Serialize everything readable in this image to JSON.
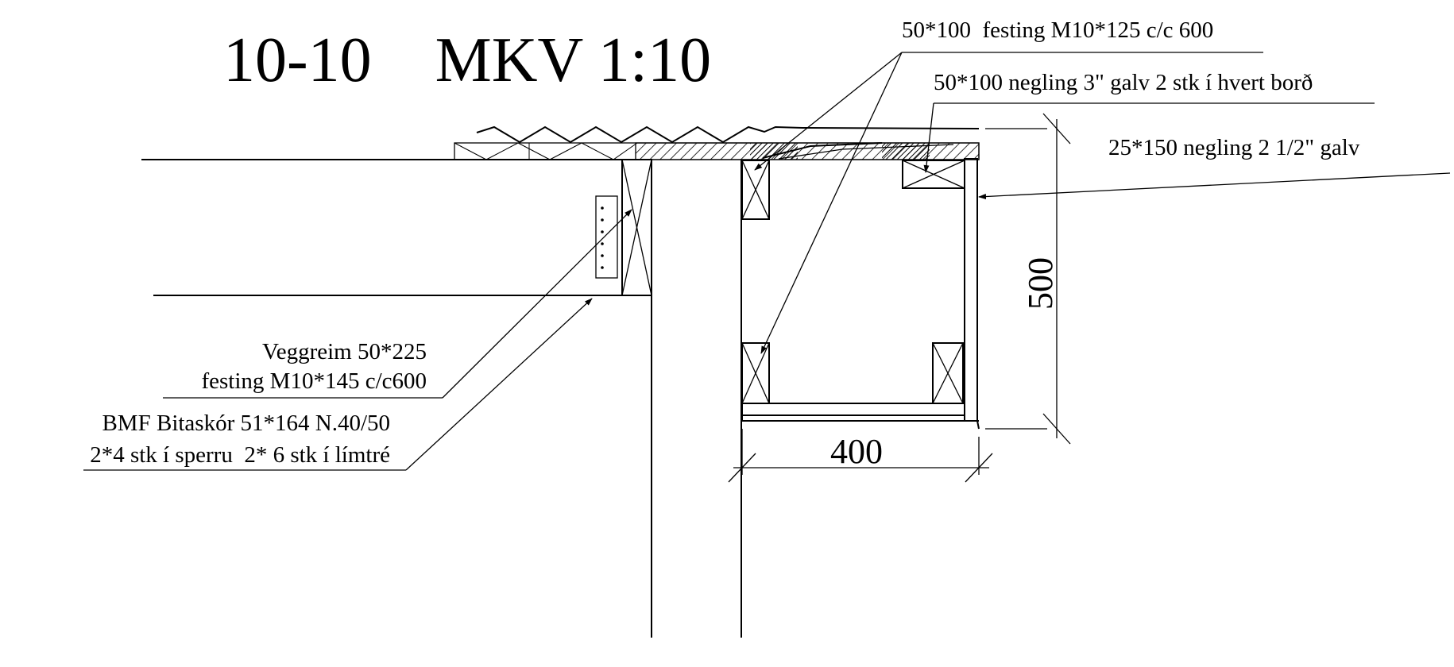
{
  "drawing": {
    "title": "10-10    MKV 1:10",
    "annotations": {
      "top_fastening": "50*100  festing M10*125 c/c 600",
      "nailing_boards": "50*100 negling 3\" galv 2 stk í hvert borð",
      "fascia_nailing": "25*150 negling 2 1/2\" galv",
      "wall_plate_line1": "Veggreim 50*225",
      "wall_plate_line2": "festing M10*145 c/c600",
      "hanger_line1": "BMF Bitaskór 51*164 N.40/50",
      "hanger_line2": "2*4 stk í sperru  2* 6 stk í límtré"
    },
    "dimensions": {
      "height": "500",
      "width": "400"
    }
  }
}
